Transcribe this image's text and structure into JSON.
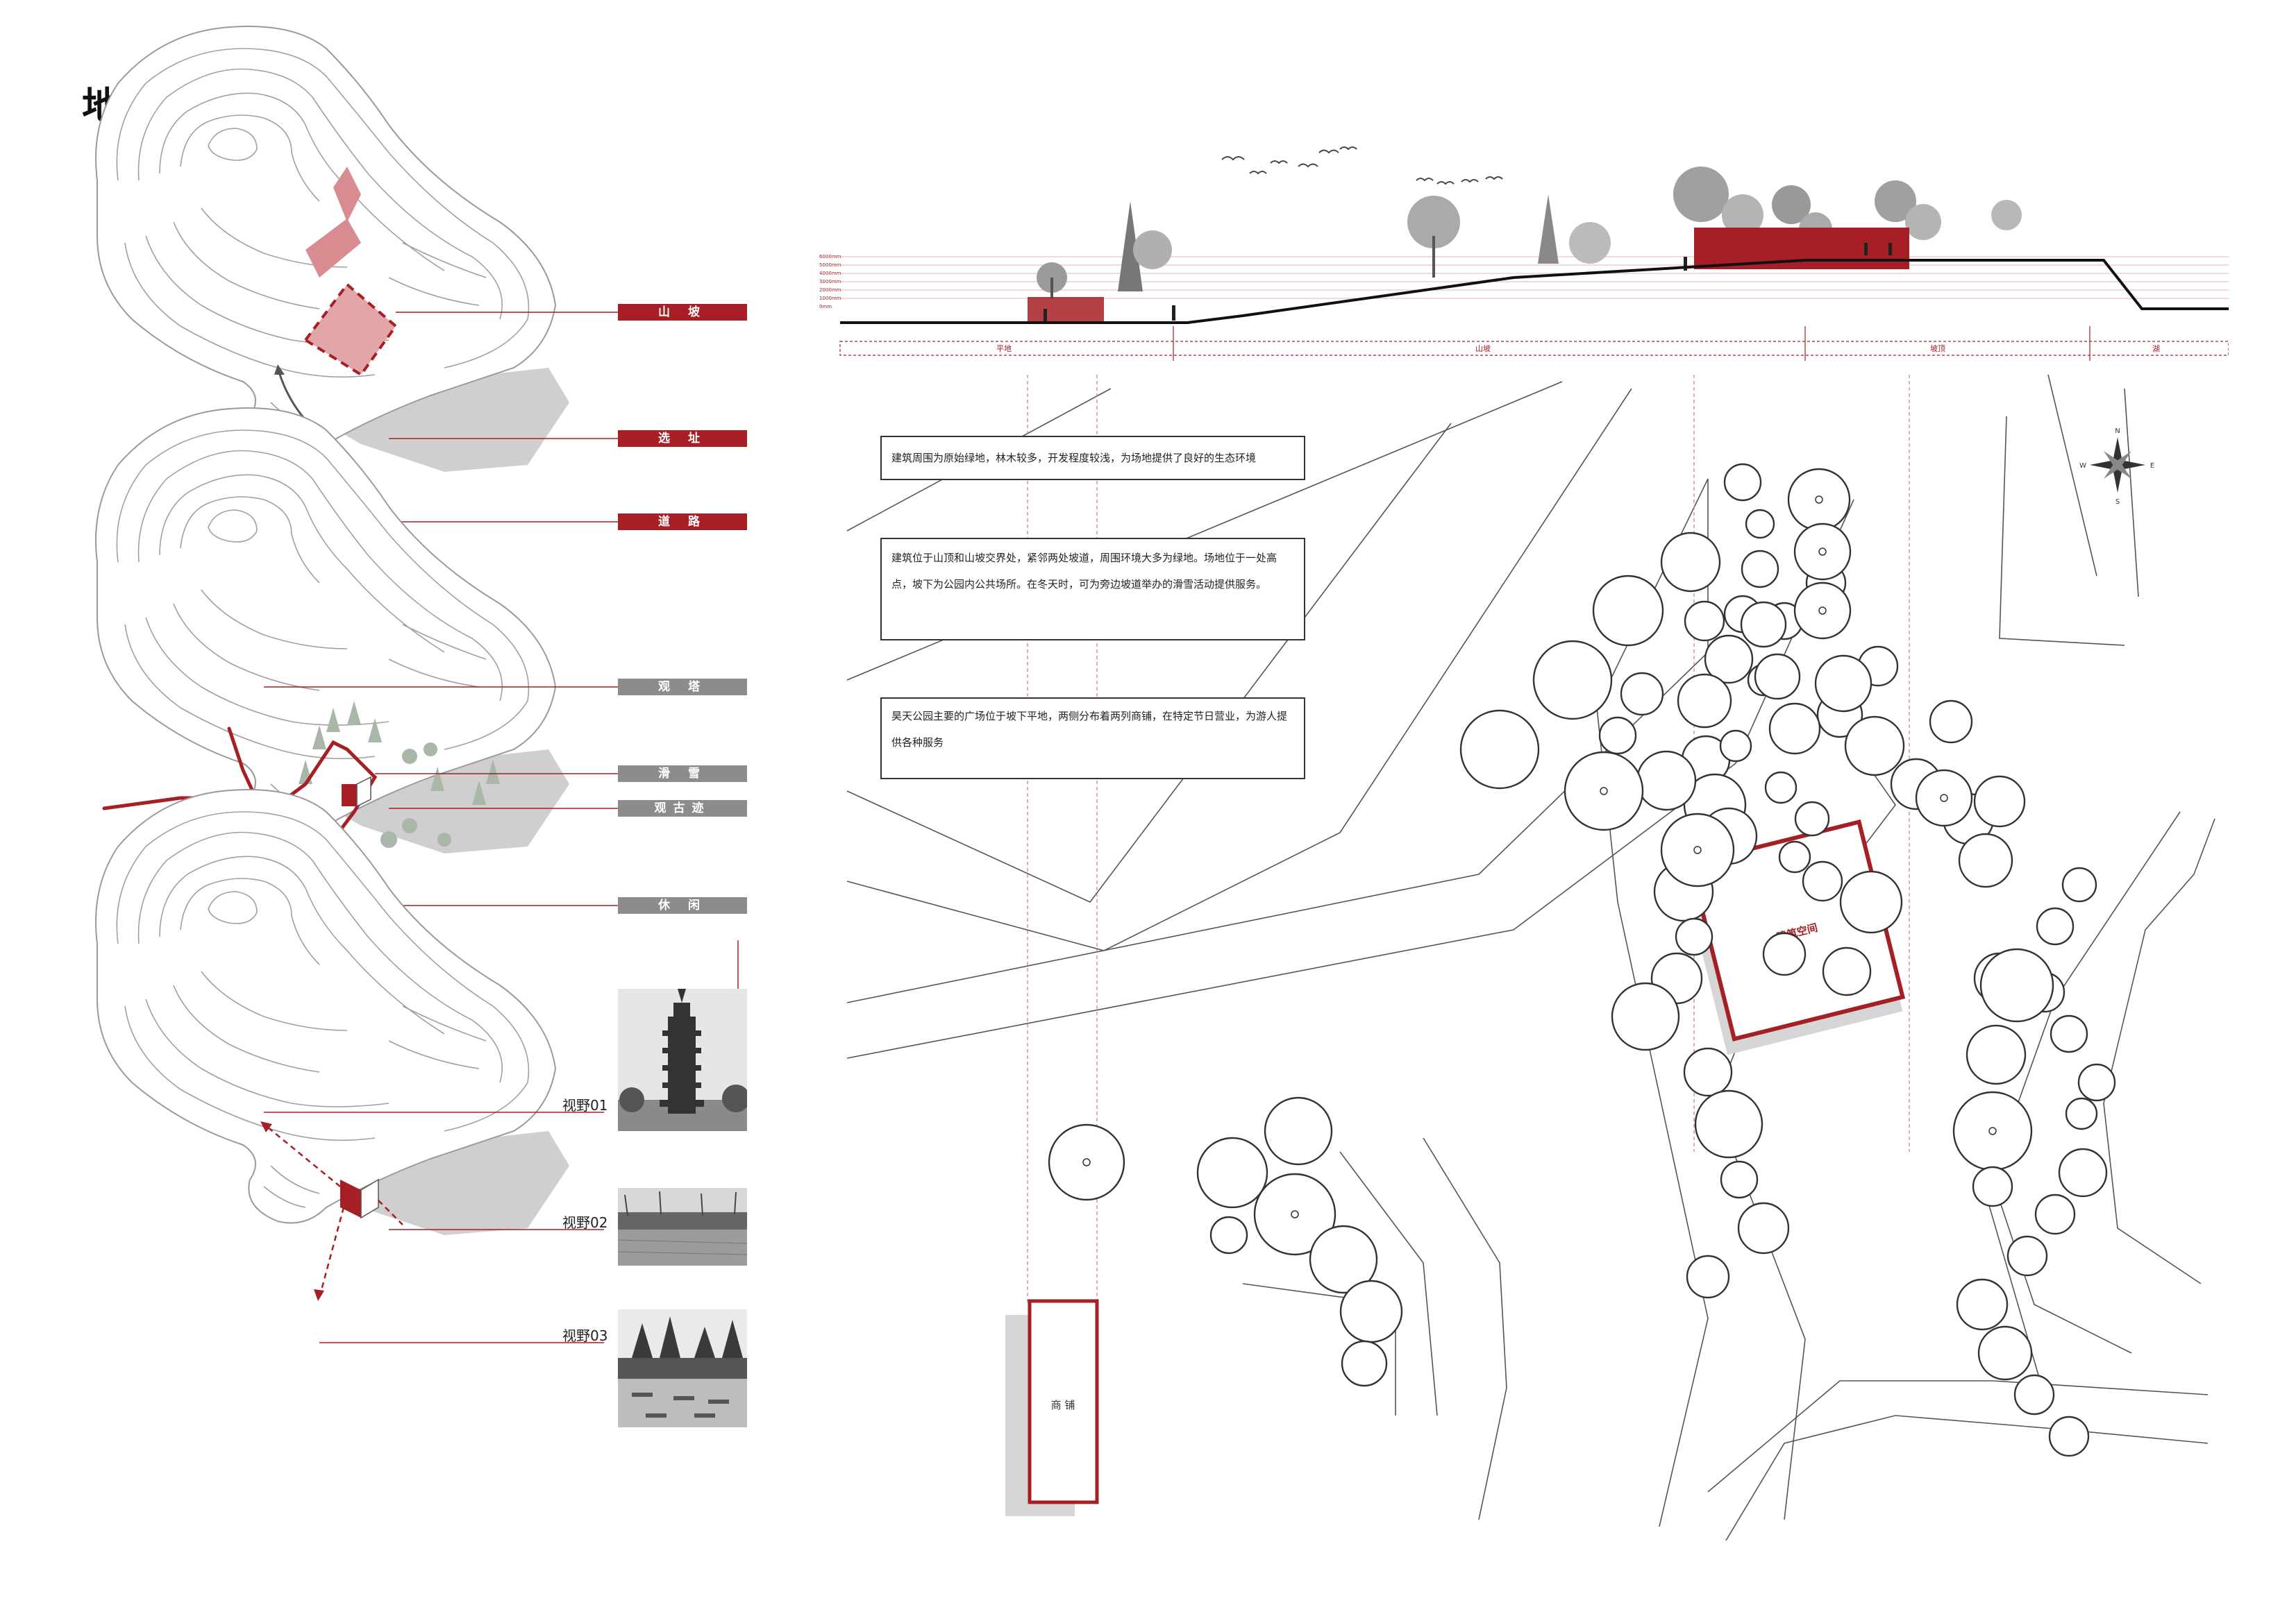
{
  "title": "地形分析",
  "diagram1": {
    "tags": [
      "山 坡",
      "选 址",
      "道 路"
    ]
  },
  "diagram2": {
    "tags": [
      "观 塔",
      "滑 雪",
      "观古迹",
      "休 闲"
    ]
  },
  "diagram3": {
    "views": [
      "视野01",
      "视野02",
      "视野03"
    ]
  },
  "section": {
    "zones": [
      "平地",
      "山坡",
      "坡顶",
      "湖"
    ],
    "scale_marks": [
      "6000mm",
      "5000mm",
      "4000mm",
      "3000mm",
      "2000mm",
      "1000mm",
      "0mm"
    ]
  },
  "notes": [
    "建筑周围为原始绿地，林木较多，开发程度较浅，为场地提供了良好的生态环境",
    "建筑位于山顶和山坡交界处，紧邻两处坡道，周围环境大多为绿地。场地位于一处高点，坡下为公园内公共场所。在冬天时，可为旁边坡道举办的滑雪活动提供服务。",
    "昊天公园主要的广场位于坡下平地，两侧分布着两列商铺，在特定节日营业，为游人提供各种服务"
  ],
  "plan": {
    "building_label": "建筑空间",
    "shop_label": "商 铺",
    "compass": {
      "n": "N",
      "s": "S",
      "e": "E",
      "w": "W"
    }
  },
  "colors": {
    "accent": "#a51f24",
    "gray_tag": "#8c8c8c",
    "contour": "#9a9a9a",
    "shadow": "#cfcfcf"
  }
}
